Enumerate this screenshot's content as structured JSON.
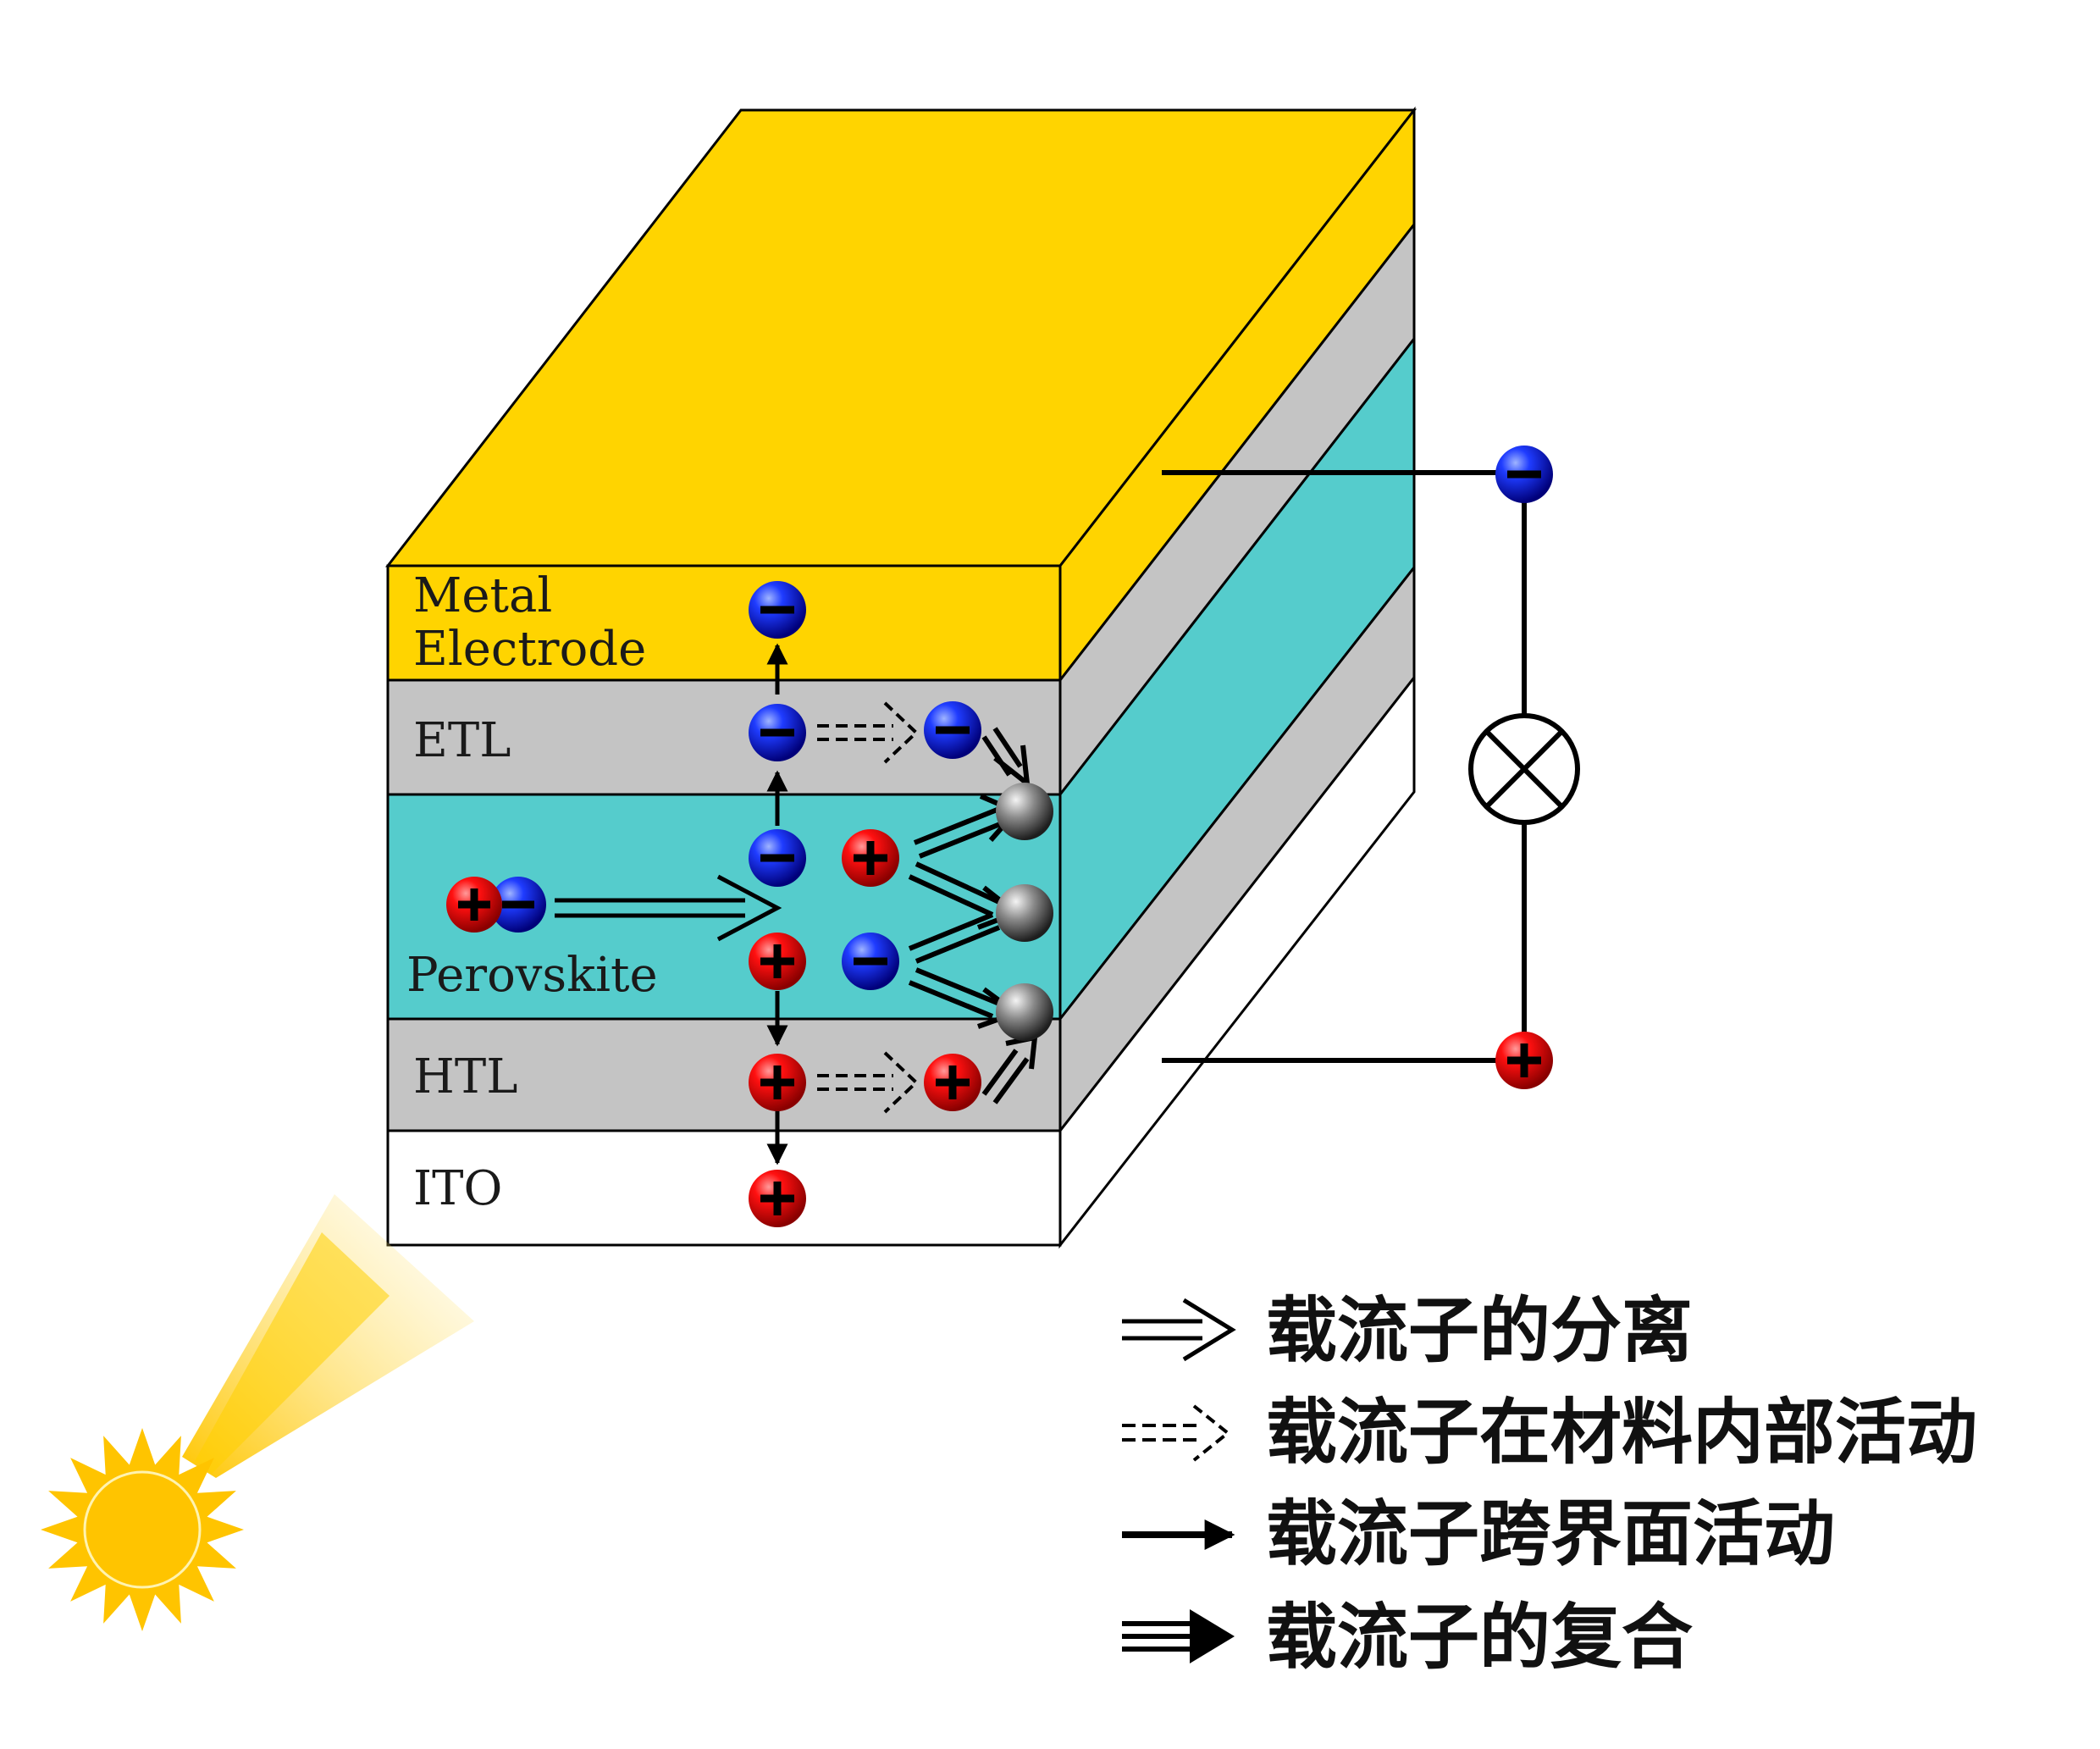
{
  "layers": {
    "metal": {
      "label_line1": "Metal",
      "label_line2": "Electrode",
      "color": "#FFD400"
    },
    "etl": {
      "label": "ETL",
      "color": "#C4C4C4"
    },
    "perovskite": {
      "label": "Perovskite",
      "color": "#55CCCC"
    },
    "htl": {
      "label": "HTL",
      "color": "#C4C4C4"
    },
    "ito": {
      "label": "ITO",
      "color": "#FFFFFF"
    }
  },
  "carriers": {
    "electron_color": "#1A1AE6",
    "hole_color": "#E61A1A",
    "recombined_color": "#555555"
  },
  "legend": {
    "separation": "载流子的分离",
    "internal_motion": "载流子在材料内部活动",
    "interface_motion": "载流子跨界面活动",
    "recombination": "载流子的复合"
  },
  "icons": {
    "sun": "sun-icon",
    "lamp": "lamp-icon"
  }
}
